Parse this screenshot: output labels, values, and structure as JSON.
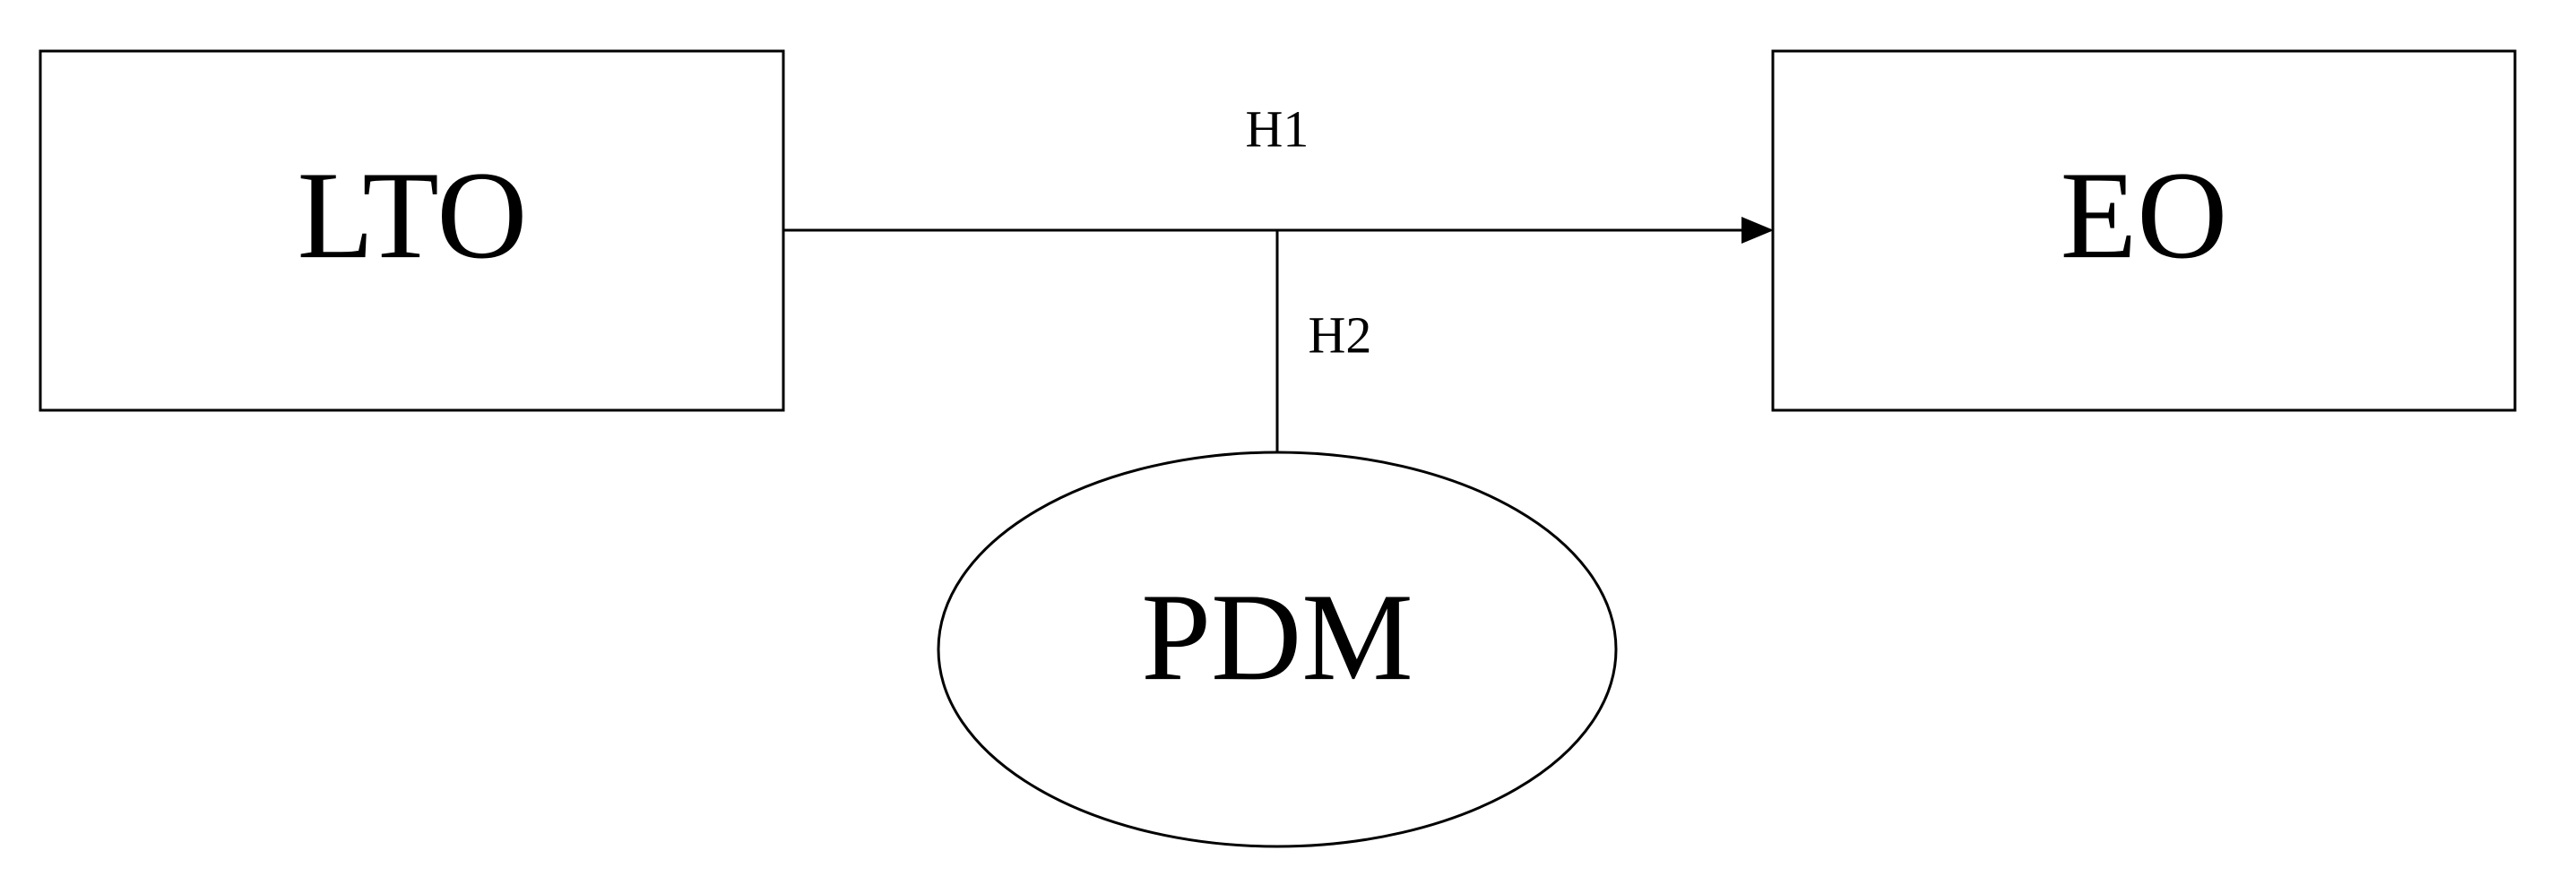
{
  "nodes": {
    "lto": {
      "label": "LTO",
      "shape": "rectangle"
    },
    "eo": {
      "label": "EO",
      "shape": "rectangle"
    },
    "pdm": {
      "label": "PDM",
      "shape": "ellipse"
    }
  },
  "edges": {
    "h1": {
      "label": "H1",
      "from": "LTO",
      "to": "EO"
    },
    "h2": {
      "label": "H2",
      "from": "PDM",
      "to": "H1"
    }
  },
  "colors": {
    "stroke": "#000000",
    "background": "#ffffff"
  }
}
